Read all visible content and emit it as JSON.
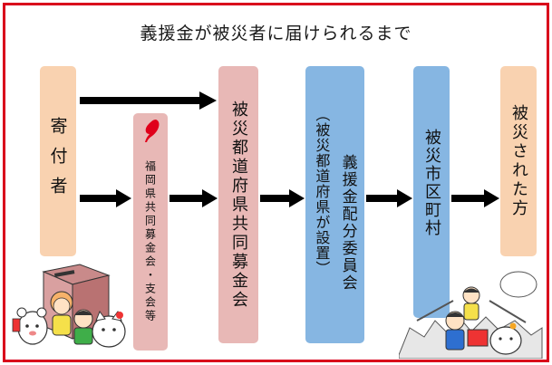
{
  "title": "義援金が被災者に届けられるまで",
  "nodes": {
    "donors": "寄付者",
    "community_chest": "福岡県共同募金会・支会等",
    "prefecture": "被災都道府県共同募金会",
    "committee_main": "義援金配分委員会",
    "committee_sub": "（被災都道府県が設置）",
    "municipality": "被災市区町村",
    "victims": "被災された方"
  },
  "colors": {
    "frame": "#d9001b",
    "peach_box": "#f9d2b0",
    "pink_box": "#e8b8b6",
    "blue_box": "#86b6e2",
    "arrow": "#000000",
    "red_feather": "#e0001a"
  },
  "icons": [
    "red-feather-icon",
    "donor-characters-illustration",
    "disaster-victims-illustration"
  ]
}
